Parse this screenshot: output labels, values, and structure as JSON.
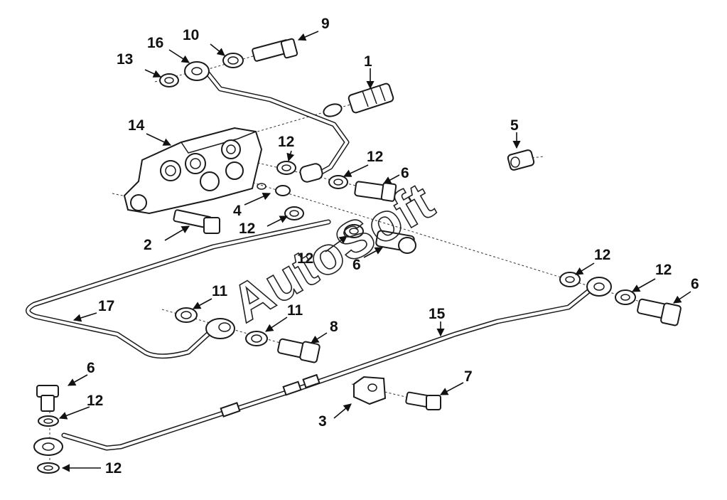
{
  "watermark": "AutoSoft",
  "callouts": [
    "1",
    "2",
    "3",
    "4",
    "5",
    "6",
    "7",
    "8",
    "9",
    "10",
    "11",
    "12",
    "13",
    "14",
    "15",
    "16",
    "17"
  ],
  "colors": {
    "line": "#1a1a1a",
    "background": "#ffffff"
  }
}
